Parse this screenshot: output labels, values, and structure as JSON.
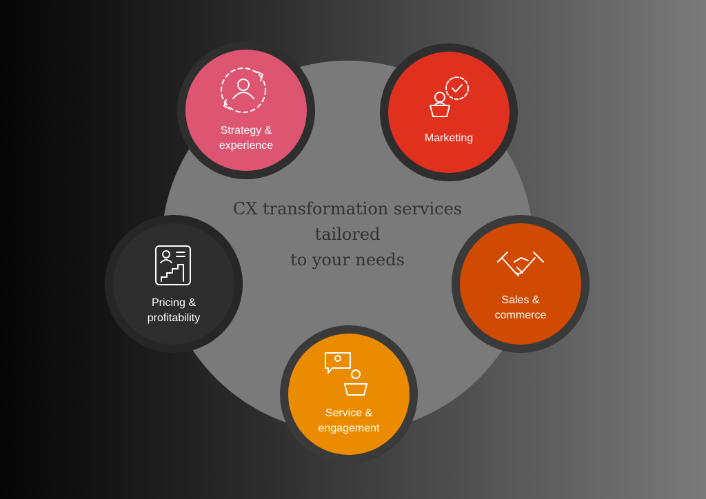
{
  "center": {
    "lines": [
      "CX transformation services",
      "tailored",
      "to your needs"
    ]
  },
  "services": [
    {
      "id": "strategy",
      "lines": [
        "Strategy &",
        "experience"
      ],
      "icon": "person-cycle-icon",
      "color": "#dd5571"
    },
    {
      "id": "marketing",
      "lines": [
        "Marketing"
      ],
      "icon": "presenter-gear-check-icon",
      "color": "#e0301e"
    },
    {
      "id": "sales",
      "lines": [
        "Sales &",
        "commerce"
      ],
      "icon": "handshake-icon",
      "color": "#d04a02"
    },
    {
      "id": "service",
      "lines": [
        "Service &",
        "engagement"
      ],
      "icon": "presenter-chat-icon",
      "color": "#eb8c00"
    },
    {
      "id": "pricing",
      "lines": [
        "Pricing &",
        "profitability"
      ],
      "icon": "profile-chart-icon",
      "color": "#2d2d2d"
    }
  ]
}
